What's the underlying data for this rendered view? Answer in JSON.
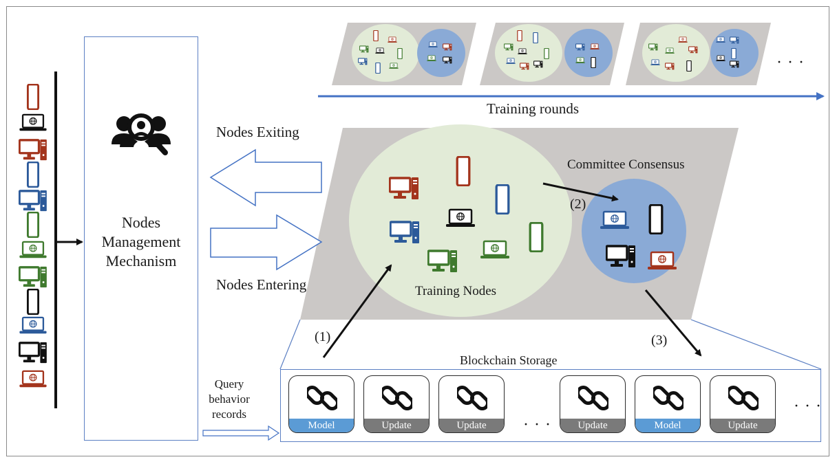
{
  "labels": {
    "mechanism": "Nodes Management Mechanism",
    "nodes_exiting": "Nodes Exiting",
    "nodes_entering": "Nodes Entering",
    "training_rounds": "Training rounds",
    "committee_consensus": "Committee Consensus",
    "training_nodes": "Training Nodes",
    "blockchain_storage": "Blockchain Storage",
    "query_line1": "Query",
    "query_line2": "behavior",
    "query_line3": "records",
    "step1": "(1)",
    "step2": "(2)",
    "step3": "(3)",
    "ellipsis": "· · ·"
  },
  "blocks": [
    {
      "label": "Model",
      "kind": "model"
    },
    {
      "label": "Update",
      "kind": "update"
    },
    {
      "label": "Update",
      "kind": "update"
    },
    {
      "label": "Update",
      "kind": "update"
    },
    {
      "label": "Model",
      "kind": "model"
    },
    {
      "label": "Update",
      "kind": "update"
    }
  ],
  "icons": {
    "person": "user-search-group-icon",
    "chain": "chain-link-icon",
    "phone": "smartphone-icon",
    "laptop": "laptop-icon",
    "desktop": "desktop-computer-icon"
  },
  "colors": {
    "red": "#a3341c",
    "blue": "#2c5a9a",
    "green": "#3f7a2e",
    "black": "#111111",
    "training_ellipse": "#e2ebd7",
    "committee_circle": "#8aaad6",
    "panel_gray": "#cbc8c6",
    "arrow_blue": "#4472c4",
    "model_tag": "#5b9bd5",
    "update_tag": "#7a7a7a"
  }
}
